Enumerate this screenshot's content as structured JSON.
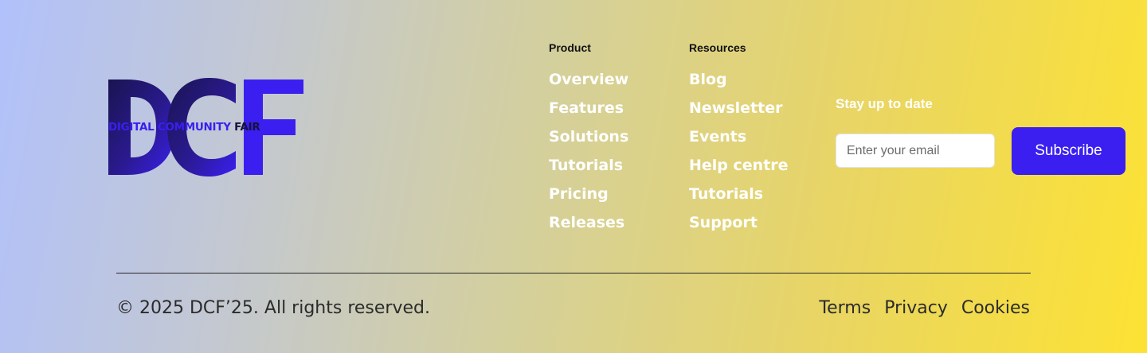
{
  "brand": {
    "logo_letters": "DCF",
    "logo_tagline_main": "DIGITAL COMMUNITY",
    "logo_tagline_accent": "FAIR",
    "colors": {
      "primary": "#3a1ff0",
      "logo_dark": "#16123a",
      "gradient_start": "#b1c1fb",
      "gradient_end": "#fde233"
    }
  },
  "product": {
    "heading": "Product",
    "links": [
      "Overview",
      "Features",
      "Solutions",
      "Tutorials",
      "Pricing",
      "Releases"
    ]
  },
  "resources": {
    "heading": "Resources",
    "links": [
      "Blog",
      "Newsletter",
      "Events",
      "Help centre",
      "Tutorials",
      "Support"
    ]
  },
  "newsletter": {
    "heading": "Stay up to date",
    "email_placeholder": "Enter your email",
    "email_value": "",
    "button_label": "Subscribe"
  },
  "bottom": {
    "copyright": "© 2025 DCF’25. All rights reserved.",
    "links": [
      "Terms",
      "Privacy",
      "Cookies"
    ]
  }
}
